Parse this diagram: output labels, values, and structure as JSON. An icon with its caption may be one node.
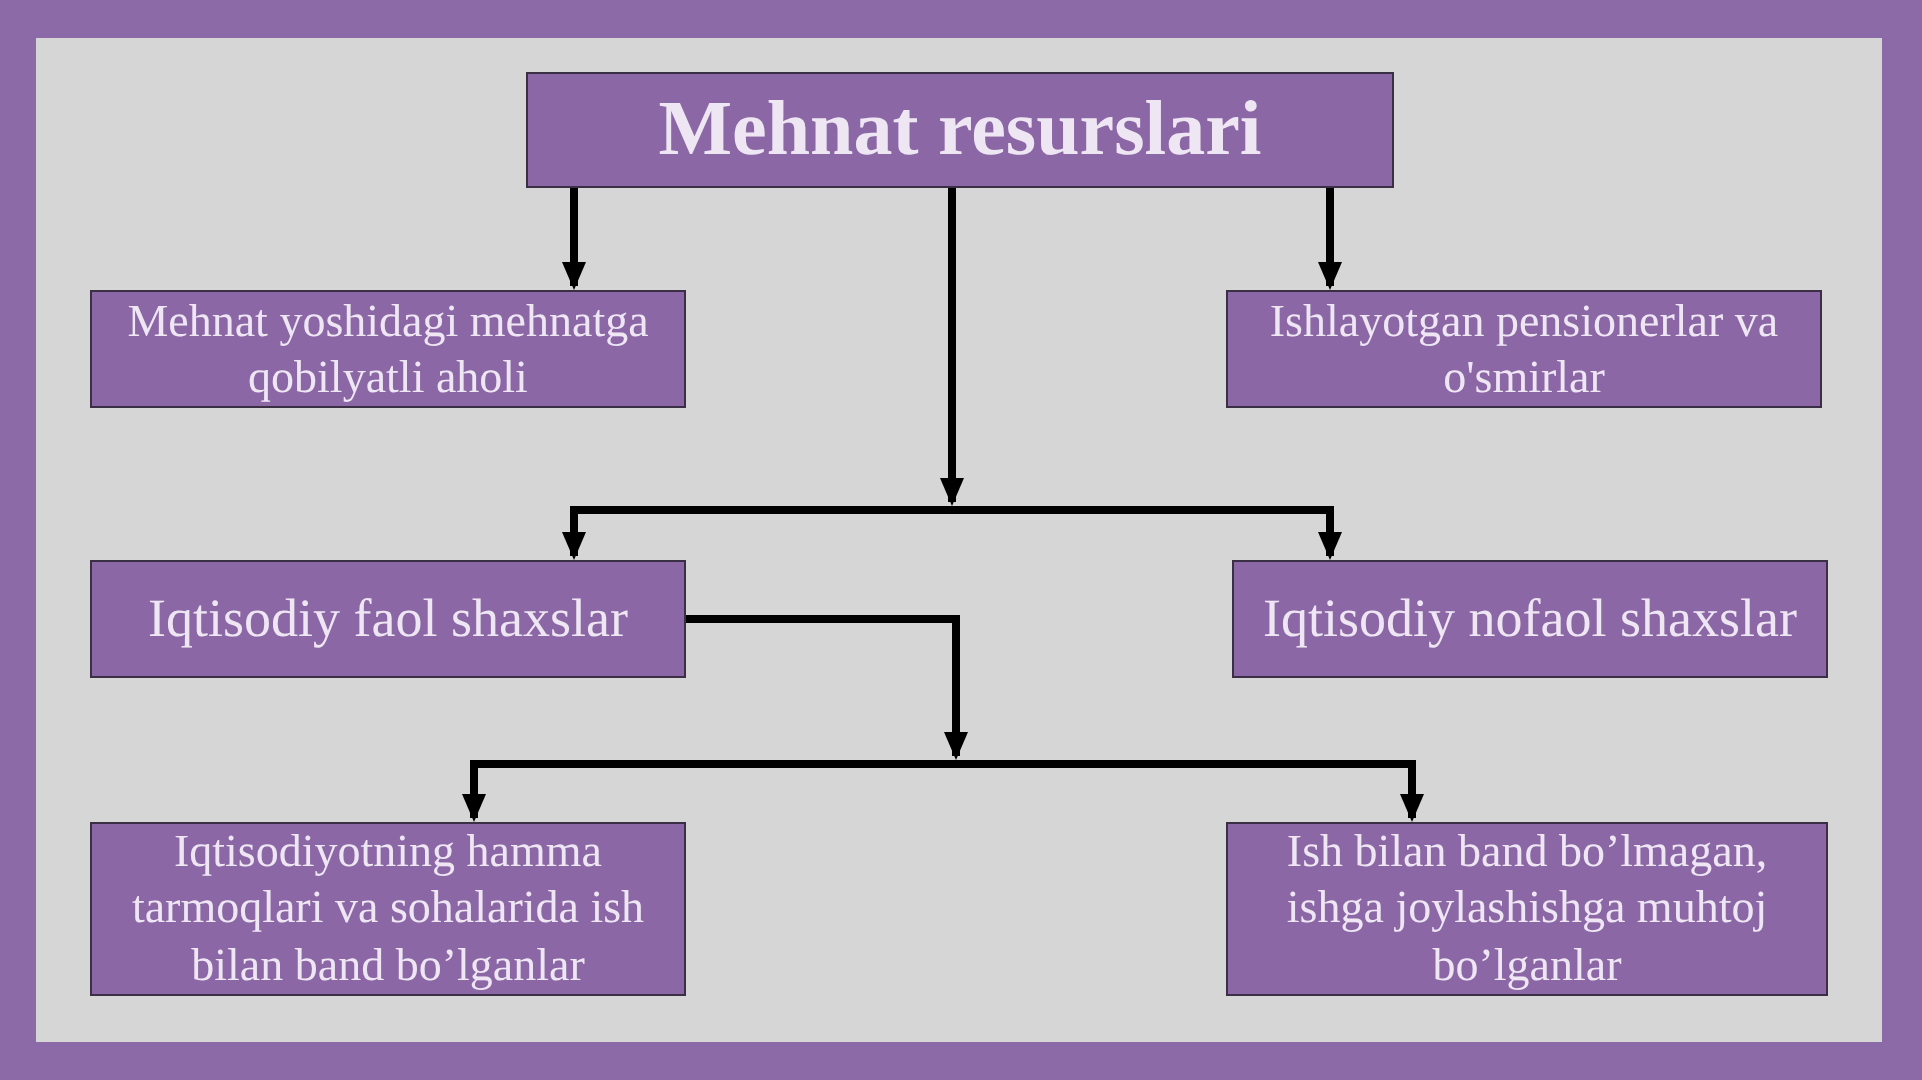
{
  "diagram": {
    "nodes": [
      {
        "text": [
          "Mehnat resurslari"
        ]
      },
      {
        "text": [
          "Mehnat yoshidagi mehnatga qobilyatli aholi"
        ]
      },
      {
        "text": [
          "Ishlayotgan pensionerlar va o'smirlar"
        ]
      },
      {
        "text": [
          "Iqtisodiy faol shaxslar"
        ]
      },
      {
        "text": [
          "Iqtisodiy nofaol shaxslar"
        ]
      },
      {
        "text": [
          "Iqtisodiyotning hamma tarmoqlari va sohalarida ish bilan band bo’lganlar"
        ]
      },
      {
        "text": [
          "Ish bilan band bo’lmagan, ishga joylashishga muhtoj bo’lganlar"
        ]
      }
    ],
    "edges": [
      {
        "from": 0,
        "to": 1,
        "arrow": "to"
      },
      {
        "from": 0,
        "to": 2,
        "arrow": "to"
      },
      {
        "from": 0,
        "to": 3,
        "arrow": "to"
      },
      {
        "from": 0,
        "to": 4,
        "arrow": "to"
      },
      {
        "from": 3,
        "to": 5,
        "arrow": "to"
      },
      {
        "from": 3,
        "to": 6,
        "arrow": "to"
      }
    ]
  }
}
